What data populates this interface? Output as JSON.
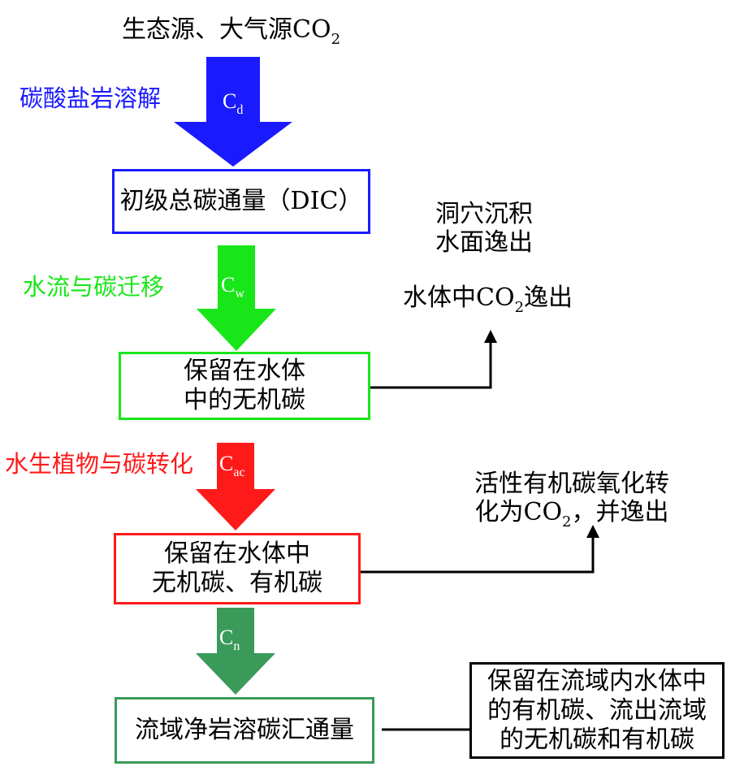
{
  "top_source": {
    "text": "生态源、大气源CO",
    "sub": "2"
  },
  "stages": [
    {
      "label": "碳酸盐岩溶解",
      "color": "#1a1aff",
      "symbol": "C",
      "symbol_sub": "d"
    },
    {
      "label": "水流与碳迁移",
      "color": "#19e619",
      "symbol": "C",
      "symbol_sub": "w"
    },
    {
      "label": "水生植物与碳转化",
      "color": "#ff1a1a",
      "symbol": "C",
      "symbol_sub": "ac"
    },
    {
      "label": "",
      "color": "#3a9a5a",
      "symbol": "C",
      "symbol_sub": "n"
    }
  ],
  "boxes": {
    "dic": {
      "text": "初级总碳通量（DIC）",
      "border": "#1a1aff"
    },
    "inorganic": {
      "line1": "保留在水体",
      "line2": "中的无机碳",
      "border": "#19e619"
    },
    "both": {
      "line1": "保留在水体中",
      "line2": "无机碳、有机碳",
      "border": "#ff1a1a"
    },
    "net": {
      "text": "流域净岩溶碳汇通量",
      "border": "#3a9a5a"
    },
    "retained": {
      "line1": "保留在流域内水体中",
      "line2": "的有机碳、流出流域",
      "line3": "的无机碳和有机碳",
      "border": "#000000"
    }
  },
  "notes": {
    "cave": {
      "line1": "洞穴沉积",
      "line2": "水面逸出"
    },
    "water_co2": {
      "text": "水体中CO",
      "sub": "2",
      "suffix": "逸出"
    },
    "organic": {
      "line1": "活性有机碳氧化转",
      "line2_pre": "化为CO",
      "line2_sub": "2",
      "line2_post": "，并逸出"
    }
  }
}
